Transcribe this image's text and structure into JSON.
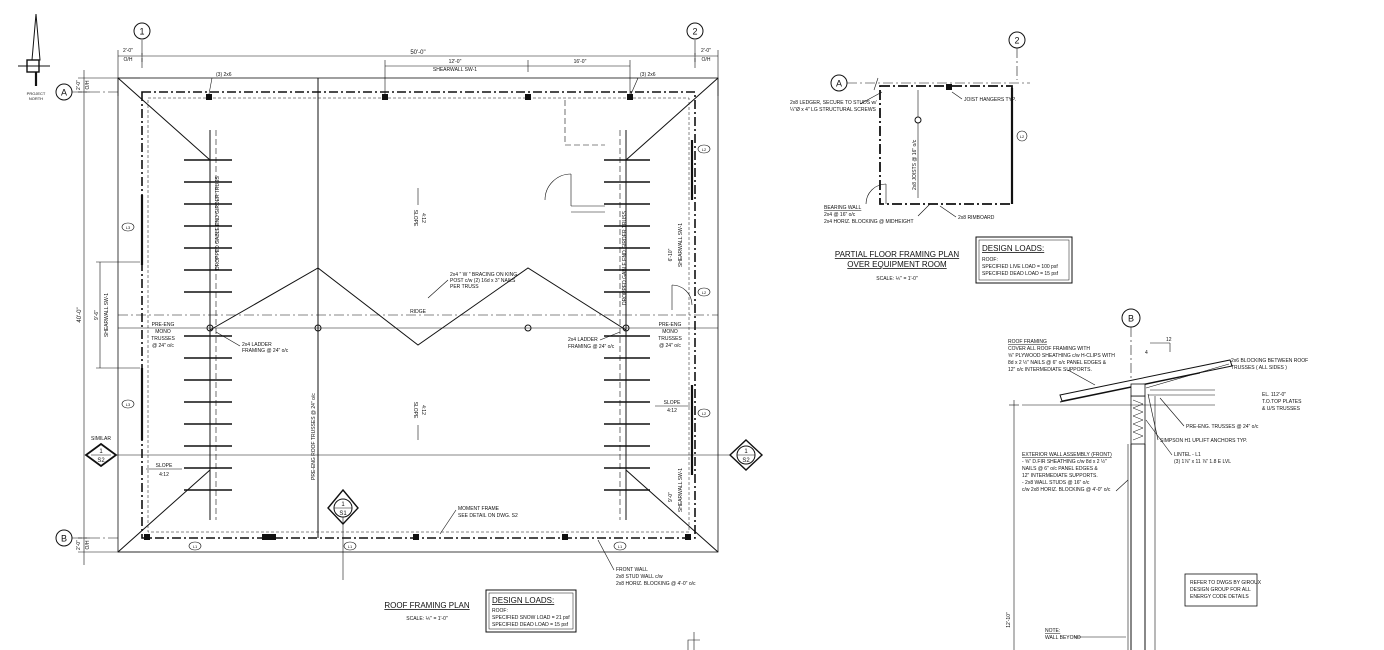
{
  "north": {
    "label1": "PROJECT",
    "label2": "NORTH"
  },
  "grids": {
    "g1": "1",
    "g2": "2",
    "gA": "A",
    "gB": "B"
  },
  "plan": {
    "dim_overall": "50'-0\"",
    "dim_left_oh": "2'-0\"",
    "dim_left_oh_sub": "O/H",
    "dim_right_oh": "2'-0\"",
    "dim_right_oh_sub": "O/H",
    "dim_12": "12'-0\"",
    "dim_16": "16'-0\"",
    "shearwall_top": "SHEARWALL SW-1",
    "left_dim_top": "2'-0\"",
    "left_dim_top_sub": "O/H",
    "left_dim_overall": "40'-0\"",
    "left_dim_sw": "9'-6\"",
    "left_sw_label": "SHEARWALL SW-1",
    "left_dim_bottom": "2'-0\"",
    "left_dim_bottom_sub": "O/H",
    "note_2x6_left": "(3) 2x6",
    "note_2x6_right": "(3) 2x6",
    "girder_left": "DROPPED GABLE END GIRDER TRUSS",
    "girder_right": "DROPPED GABLE END GIRDER TRUSS",
    "bracing_1": "2x4 \" W \" BRACING ON KING",
    "bracing_2": "POST c/w (2) 16d x 3\" NAILS",
    "bracing_3": "PER TRUSS",
    "ridge": "RIDGE",
    "pre_eng_l1": "PRE-ENG",
    "pre_eng_l2": "MONO",
    "pre_eng_l3": "TRUSSES",
    "pre_eng_l4": "@ 24\" o/c",
    "pre_eng_r1": "PRE-ENG",
    "pre_eng_r2": "MONO",
    "pre_eng_r3": "TRUSSES",
    "pre_eng_r4": "@ 24\" o/c",
    "ladder_left_1": "2x4 LADDER",
    "ladder_left_2": "FRAMING @ 24\" o/c",
    "ladder_right_1": "2x4 LADDER",
    "ladder_right_2": "FRAMING @ 24\" o/c",
    "roof_trusses": "PRE-ENG ROOF TRUSSES @ 24\" o/c",
    "slope_upper": "SLOPE",
    "slope_upper_val": "4:12",
    "slope_lower": "SLOPE",
    "slope_lower_val": "4:12",
    "slope_right": "SLOPE",
    "slope_right_val": "4:12",
    "slope_left": "SLOPE",
    "slope_left_val": "4:12",
    "sw_right_upper_dim": "6'-10\"",
    "sw_right_upper": "SHEARWALL SW-1",
    "sw_right_lower_dim": "9'-0\"",
    "sw_right_lower": "SHEARWALL SW-1",
    "similar": "SIMILAR",
    "sec_1": "1",
    "sec_s2": "S2",
    "sec_s1": "S1",
    "moment_1": "MOMENT FRAME",
    "moment_2": "SEE DETAIL ON DWG. S2",
    "front_wall_1": "FRONT WALL",
    "front_wall_2": "2x8 STUD WALL c/w",
    "front_wall_3": "2x8 HORIZ. BLOCKING @ 4'-0\" o/c",
    "title": "ROOF FRAMING PLAN",
    "scale": "SCALE: ⅕\" = 1'-0\"",
    "loads_title": "DESIGN LOADS:",
    "loads_sub": "ROOF:",
    "loads_1": "SPECIFIED SNOW LOAD = 21 psf",
    "loads_2": "SPECIFIED DEAD LOAD = 15 psf",
    "tag_l1": "L1",
    "tag_l2": "L2",
    "tag_l3": "L3"
  },
  "floor": {
    "ledger_1": "2x8 LEDGER, SECURE TO STUDS w/",
    "ledger_2": "¼\"Ø x 4\" LG STRUCTURAL SCREWS",
    "joist_hangers": "JOIST HANGERS TYP.",
    "joists": "2x8 JOISTS @ 16\" o/c",
    "bearing_1": "BEARING WALL",
    "bearing_2": "2x4 @ 16\" o/c",
    "bearing_3": "2x4 HORIZ. BLOCKING @ MIDHEIGHT",
    "rimboard": "2x8 RIMBOARD",
    "title_1": "PARTIAL FLOOR FRAMING PLAN",
    "title_2": "OVER EQUIPMENT ROOM",
    "scale": "SCALE: ⅕\" = 1'-0\"",
    "loads_title": "DESIGN LOADS:",
    "loads_sub": "ROOF:",
    "loads_1": "SPECIFIED LIVE LOAD = 100 psf",
    "loads_2": "SPECIFIED DEAD LOAD = 15 psf"
  },
  "section": {
    "roof_framing_1": "ROOF FRAMING",
    "roof_framing_2": "COVER ALL ROOF FRAMING WITH",
    "roof_framing_3": "⅝\" PLYWOOD SHEATHING c/w H-CLIPS WITH",
    "roof_framing_4": "8d x 2 ½\" NAILS @ 6\" o/c PANEL EDGES &",
    "roof_framing_5": "12\" o/c INTERMEDIATE SUPPORTS.",
    "pitch_4": "4",
    "pitch_12": "12",
    "blocking_1": "2x6 BLOCKING BETWEEN ROOF",
    "blocking_2": "TRUSSES ( ALL SIDES )",
    "el_1": "EL. 112'-0\"",
    "el_2": "T.O.TOP PLATES",
    "el_3": "& U/S TRUSSES",
    "trusses": "PRE-ENG. TRUSSES @ 24\" o/c",
    "simpson": "SIMPSON H1 UPLIFT ANCHORS TYP.",
    "lintel_1": "LINTEL - L1",
    "lintel_2": "(3) 1⅞\" x 11 ⅞\" 1.8 E LVL",
    "ext_1": "EXTERIOR WALL ASSEMBLY (FRONT)",
    "ext_2": "- ⅝\" D.FIR SHEATHING c/w 8d x 2 ½\"",
    "ext_3": "NAILS @ 6\" o/c PANEL EDGES &",
    "ext_4": "12\" INTERMEDIATE SUPPORTS.",
    "ext_5": "- 2x8 WALL STUDS @ 16\" o/c",
    "ext_6": "c/w 2x8 HORIZ. BLOCKING @ 4'-0\" o/c",
    "refer_1": "REFER TO DWGS BY GIROUX",
    "refer_2": "DESIGN GROUP FOR ALL",
    "refer_3": "ENERGY CODE DETAILS",
    "note_1": "NOTE:",
    "note_2": "WALL BEYOND",
    "height": "12'-10\""
  }
}
